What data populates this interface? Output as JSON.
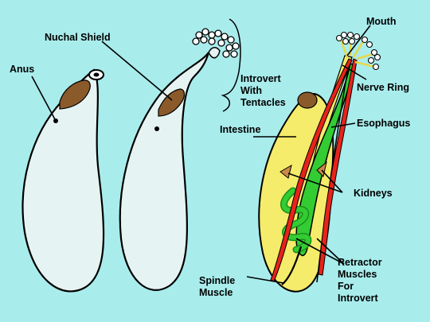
{
  "labels": {
    "anus": "Anus",
    "nuchal_shield": "Nuchal Shield",
    "introvert": [
      "Introvert",
      "With",
      "Tentacles"
    ],
    "mouth": "Mouth",
    "nerve_ring": "Nerve Ring",
    "intestine": "Intestine",
    "esophagus": "Esophagus",
    "kidneys": "Kidneys",
    "spindle_muscle": [
      "Spindle",
      "Muscle"
    ],
    "retractor_muscles": [
      "Retractor",
      "Muscles",
      "For",
      "Introvert"
    ]
  },
  "colors": {
    "background": "#a9ecec",
    "body_fill": "#e6f3f3",
    "shield": "#8b5a2b",
    "internal_body": "#f4ec6a",
    "intestine": "#33cc33",
    "esophagus": "#f4ec6a",
    "muscle": "#e8231a",
    "kidney": "#c98a4a"
  }
}
